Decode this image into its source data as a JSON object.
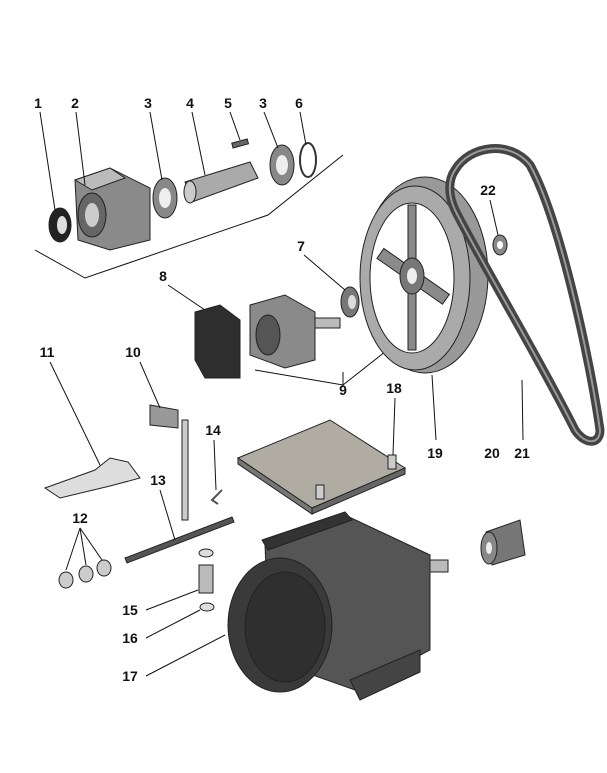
{
  "title": "Exploded parts diagram",
  "labels": {
    "p1": "1",
    "p2": "2",
    "p3a": "3",
    "p4": "4",
    "p5": "5",
    "p3b": "3",
    "p6": "6",
    "p7": "7",
    "p8": "8",
    "p9": "9",
    "p10": "10",
    "p11": "11",
    "p12": "12",
    "p13": "13",
    "p14": "14",
    "p15": "15",
    "p16": "16",
    "p17": "17",
    "p18": "18",
    "p19": "19",
    "p20": "20",
    "p21": "21",
    "p22": "22"
  },
  "colors": {
    "dark": "#3a3a3a",
    "mid": "#8a8a8a",
    "light": "#c8c8c8",
    "plate": "#b0aca4"
  }
}
